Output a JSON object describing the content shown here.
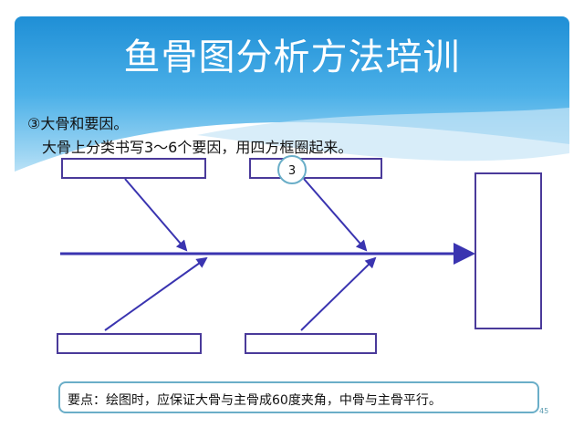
{
  "title": "鱼骨图分析方法培训",
  "step_heading": "③大骨和要因。",
  "step_text": "大骨上分类书写3～6个要因，用四方框圈起来。",
  "circle_label": "3",
  "note": "要点：绘图时，应保证大骨与主骨成60度夹角，中骨与主骨平行。",
  "page_number": "45",
  "colors": {
    "line": "#3a34b0",
    "box": "#4a3a9a",
    "header": "#1f8fd6"
  }
}
